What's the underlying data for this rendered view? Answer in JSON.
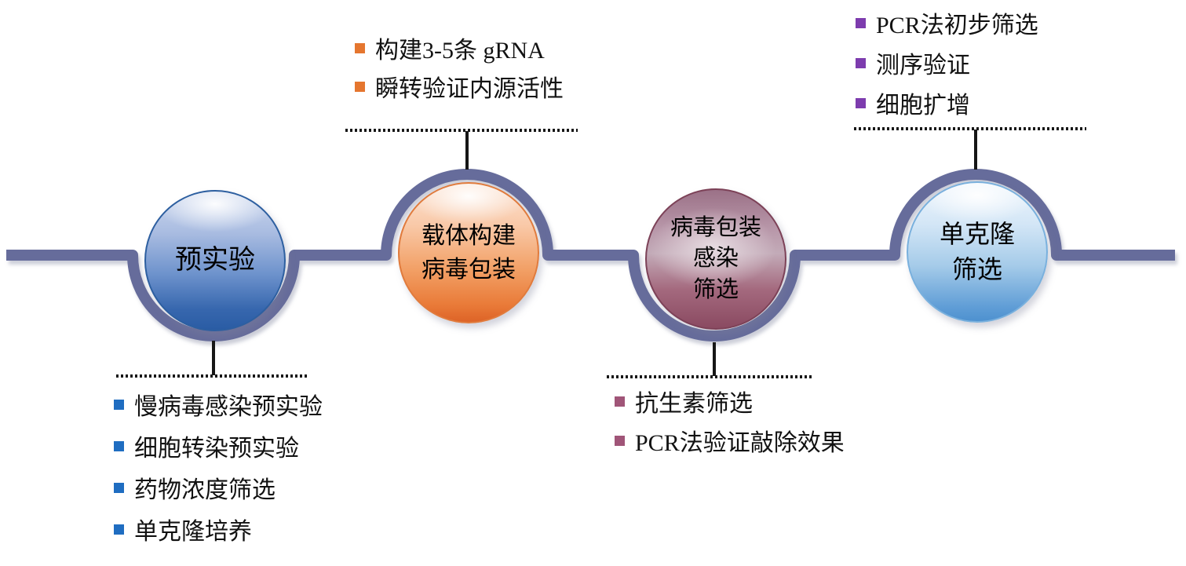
{
  "timeline": {
    "band_color": "#666c9b",
    "connector_color": "#161616"
  },
  "stations": [
    {
      "label": "预实验",
      "theme": "blue",
      "notch": "down"
    },
    {
      "label": "载体构建\n病毒包装",
      "theme": "orange",
      "notch": "up"
    },
    {
      "label": "病毒包装\n感染\n筛选",
      "theme": "maroon",
      "notch": "down"
    },
    {
      "label": "单克隆\n筛选",
      "theme": "lightblue",
      "notch": "up"
    }
  ],
  "lists": {
    "top_middle": {
      "bullet_color": "#e5762f",
      "items": [
        "构建3-5条 gRNA",
        "瞬转验证内源活性"
      ]
    },
    "top_right": {
      "bullet_color": "#7d3cae",
      "items": [
        "PCR法初步筛选",
        "测序验证",
        "细胞扩增"
      ]
    },
    "bottom_left": {
      "bullet_color": "#1f6dc1",
      "items": [
        "慢病毒感染预实验",
        "细胞转染预实验",
        "药物浓度筛选",
        "单克隆培养"
      ]
    },
    "bottom_middle": {
      "bullet_color": "#a05578",
      "items": [
        "抗生素筛选",
        "PCR法验证敲除效果"
      ]
    }
  }
}
